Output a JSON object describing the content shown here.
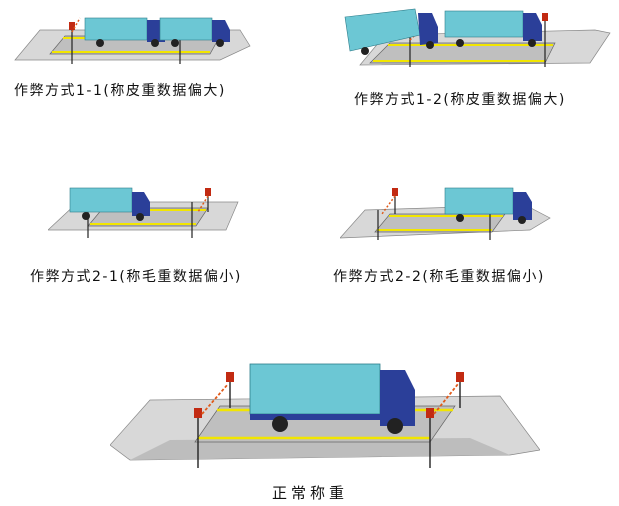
{
  "captions": {
    "scene_1_1": "作弊方式1-1(称皮重数据偏大)",
    "scene_1_2": "作弊方式1-2(称皮重数据偏大)",
    "scene_2_1": "作弊方式2-1(称毛重数据偏小)",
    "scene_2_2": "作弊方式2-2(称毛重数据偏小)",
    "normal": "正常称重"
  },
  "colors": {
    "truck_cab": "#2b3f99",
    "container": "#6cc7d4",
    "platform": "#bdbdbd",
    "ramp": "#d9d9d9",
    "stripe": "#f2e600",
    "sensor_beam": "#e05a1a",
    "sensor_post": "#c22a12"
  }
}
